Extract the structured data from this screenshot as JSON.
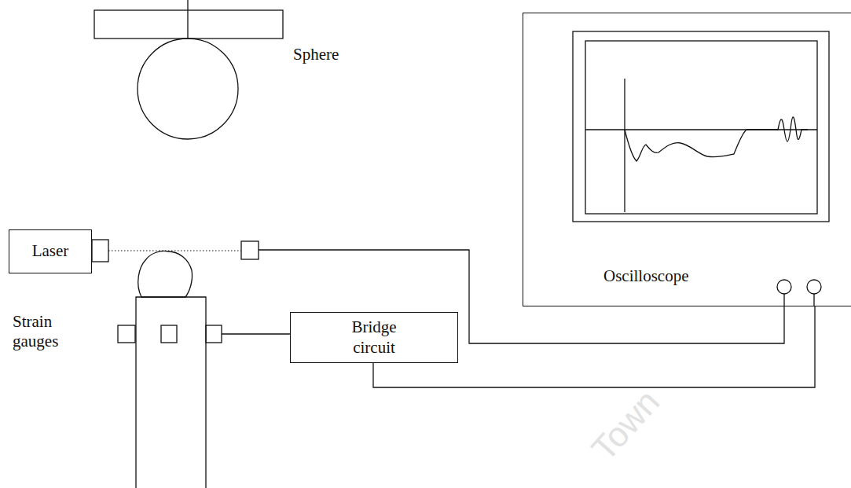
{
  "diagram": {
    "nodes": [
      {
        "text": [
          "Laser"
        ]
      },
      {
        "text": [
          "Bridge circuit"
        ]
      },
      {
        "text": [
          "Oscilloscope"
        ]
      }
    ],
    "edges": [
      {
        "from": 1,
        "to": 2,
        "arrow": "none"
      }
    ],
    "labels": [
      "Sphere",
      "Strain gauges",
      "Town"
    ]
  }
}
